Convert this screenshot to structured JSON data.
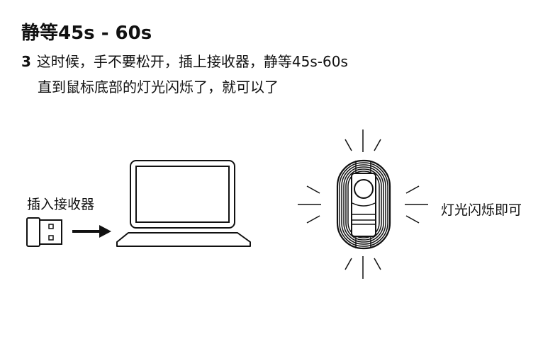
{
  "title": "静等45s - 60s",
  "step": {
    "number": "3",
    "line1": "这时候，手不要松开，插上接收器，静等45s-60s",
    "line2": "直到鼠标底部的灯光闪烁了，就可以了"
  },
  "diagram": {
    "receiver_label": "插入接收器",
    "light_label": "灯光闪烁即可"
  }
}
